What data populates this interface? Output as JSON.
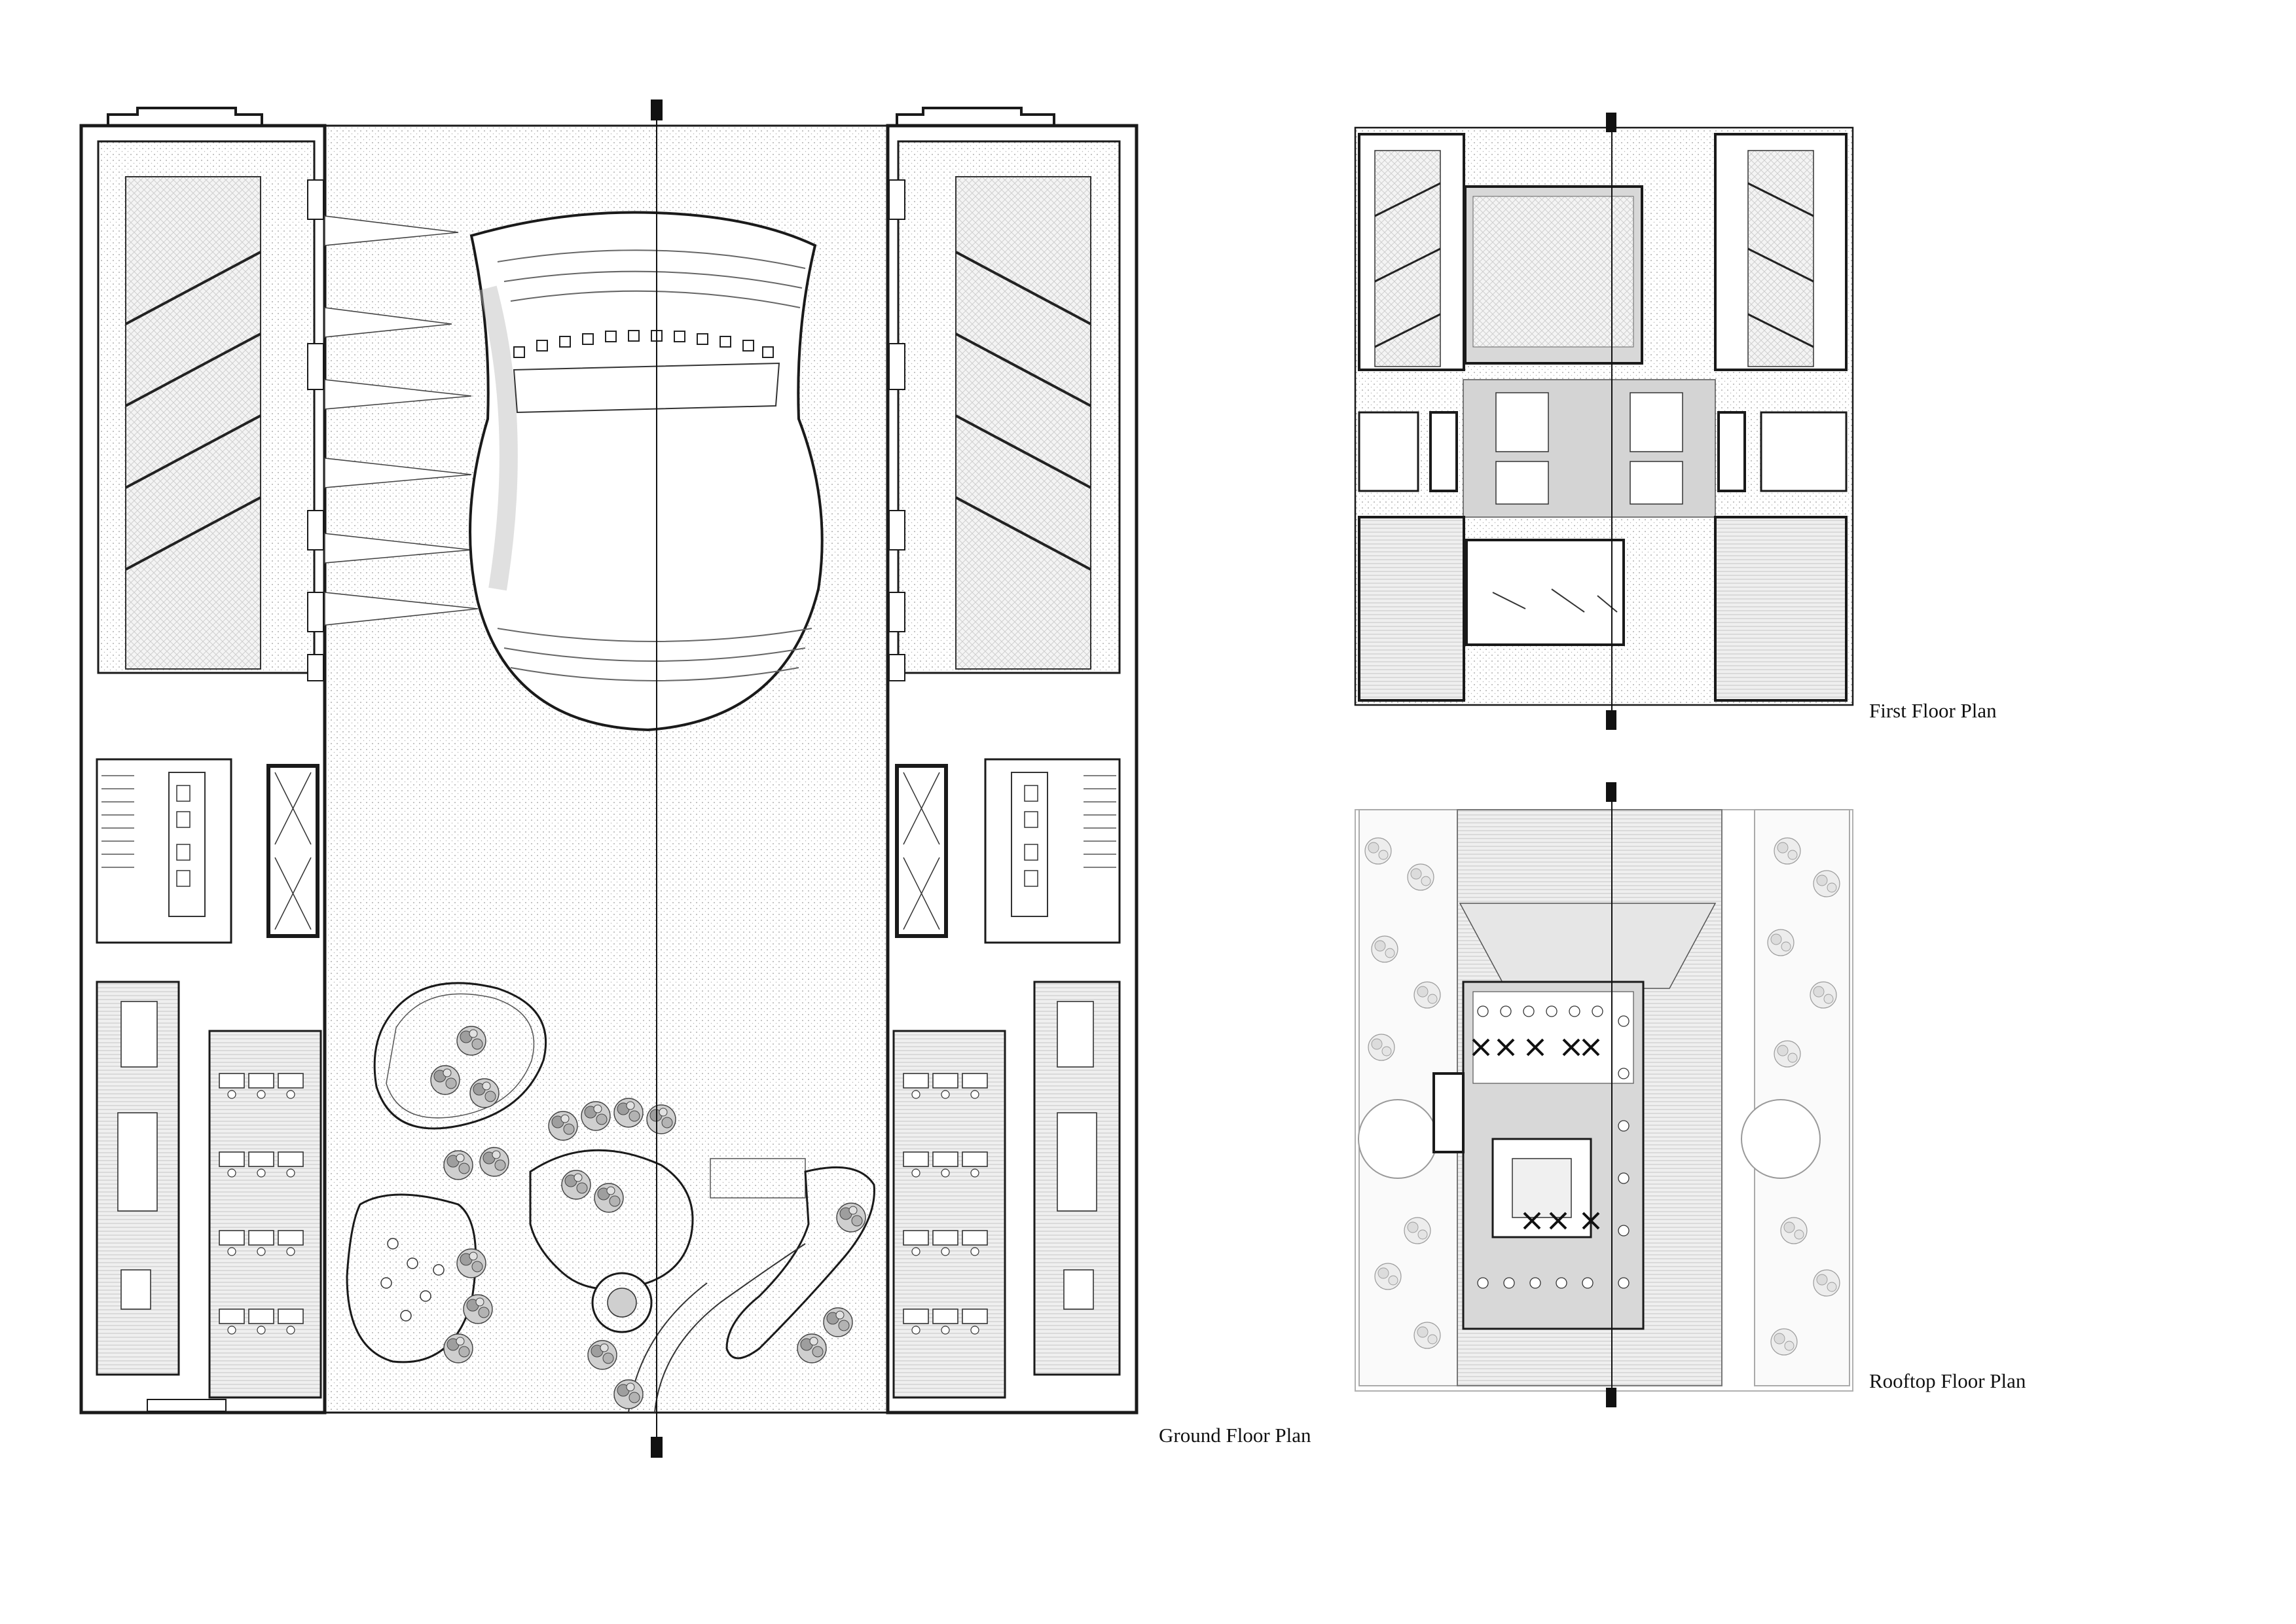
{
  "sheet": {
    "background": "#ffffff",
    "line_color": "#1a1a1a",
    "fill_light": "#ececec",
    "fill_mid": "#d4d4d4",
    "fill_dark": "#8a8a8a"
  },
  "plans": {
    "ground": {
      "label": "Ground Floor Plan"
    },
    "first": {
      "label": "First Floor Plan"
    },
    "rooftop": {
      "label": "Rooftop Floor Plan"
    }
  }
}
